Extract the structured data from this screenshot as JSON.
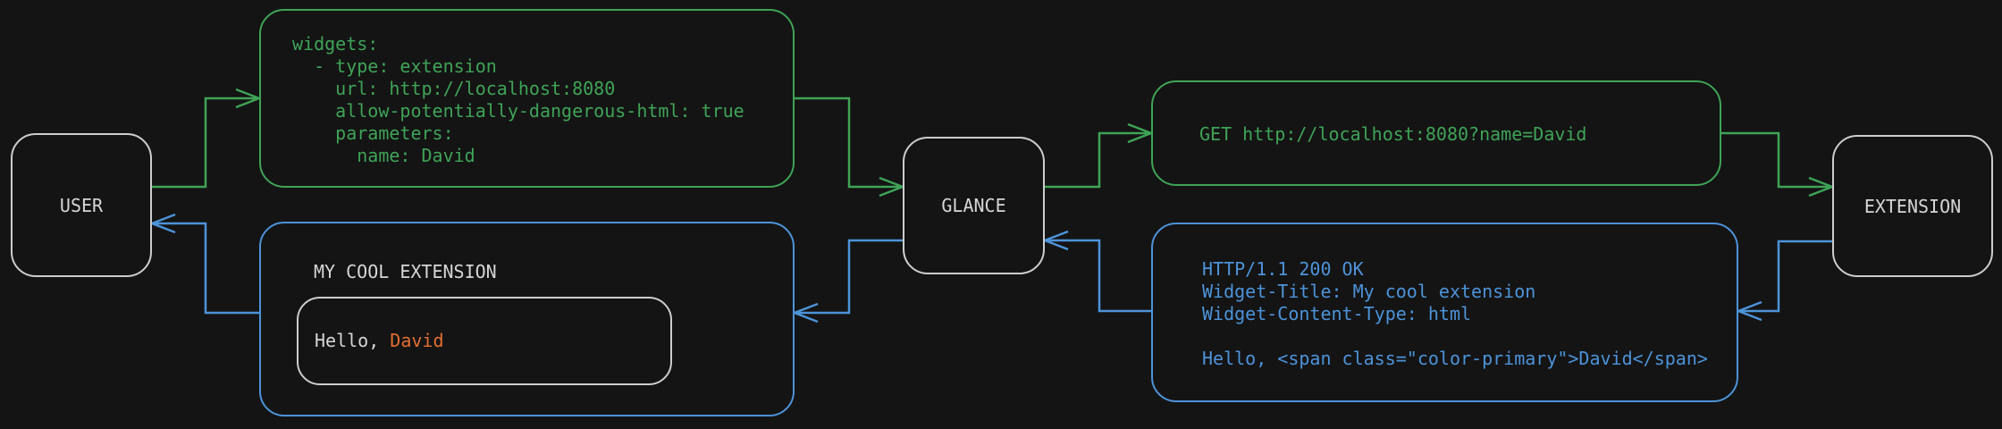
{
  "colors": {
    "background": "#141414",
    "accent_green": "#3fa357",
    "accent_blue": "#4d93d9",
    "accent_orange": "#e26e34",
    "border_gray": "#cdcdcd",
    "text_gray": "#d6d6d6"
  },
  "nodes": {
    "user": {
      "label": "USER"
    },
    "glance": {
      "label": "GLANCE"
    },
    "extension": {
      "label": "EXTENSION"
    }
  },
  "config_box": {
    "code": "widgets:\n  - type: extension\n    url: http://localhost:8080\n    allow-potentially-dangerous-html: true\n    parameters:\n      name: David"
  },
  "request_box": {
    "code": "GET http://localhost:8080?name=David"
  },
  "response_box": {
    "code": "HTTP/1.1 200 OK\nWidget-Title: My cool extension\nWidget-Content-Type: html\n\nHello, <span class=\"color-primary\">David</span>"
  },
  "widget_preview": {
    "title": "MY COOL EXTENSION",
    "greeting": "Hello, ",
    "name": "David"
  }
}
